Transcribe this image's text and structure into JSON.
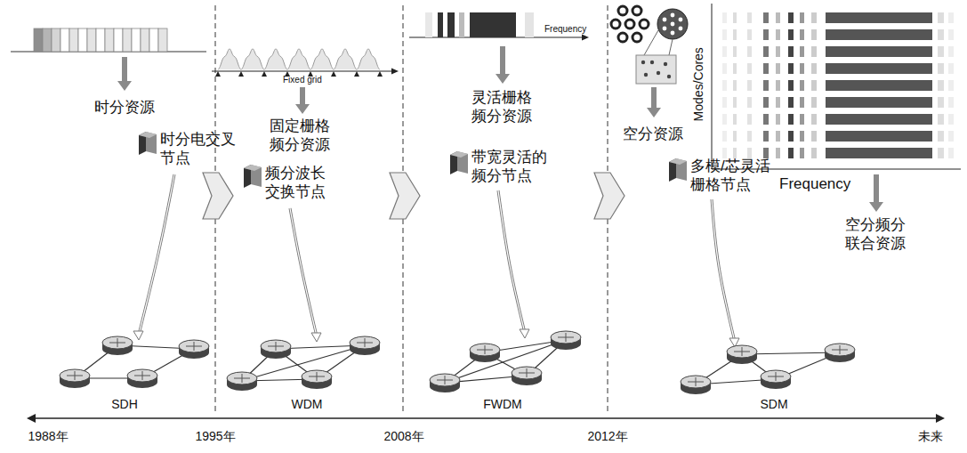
{
  "diagram": {
    "labels": [
      "Fixed grid",
      "Frequency",
      "时分资源",
      "固定栅格 频分资源",
      "灵活栅格 频分资源",
      "空分资源",
      "Modes/Cores",
      "Frequency",
      "空分频分 联合资源",
      "时分电交叉 节点",
      "频分波长 交换节点",
      "带宽灵活的 频分节点",
      "多模/芯灵活 栅格节点",
      "SDH",
      "WDM",
      "FWDM",
      "SDM",
      "1988年",
      "1995年",
      "2008年",
      "2012年",
      "未来"
    ]
  }
}
